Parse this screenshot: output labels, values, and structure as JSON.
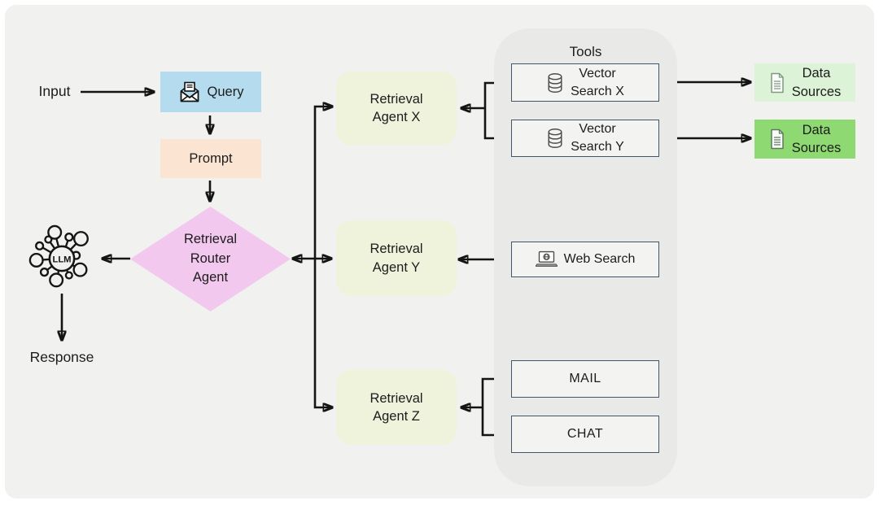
{
  "page": {
    "bg": "#ffffff",
    "canvas_bg": "#f1f1ef"
  },
  "io": {
    "input_label": "Input",
    "response_label": "Response"
  },
  "pipeline": {
    "query": {
      "label": "Query",
      "bg": "#b5dcee"
    },
    "prompt": {
      "label": "Prompt",
      "bg": "#fce4d2"
    },
    "router": {
      "lines": [
        "Retrieval",
        "Router",
        "Agent"
      ],
      "bg": "#f2c8ee"
    },
    "llm": {
      "label": "LLM"
    }
  },
  "agents": [
    {
      "id": "agent-x",
      "lines": [
        "Retrieval",
        "Agent X"
      ],
      "bg": "#eff3dc"
    },
    {
      "id": "agent-y",
      "lines": [
        "Retrieval",
        "Agent Y"
      ],
      "bg": "#eff3dc"
    },
    {
      "id": "agent-z",
      "lines": [
        "Retrieval",
        "Agent Z"
      ],
      "bg": "#eff3dc"
    }
  ],
  "tools": {
    "title": "Tools",
    "container_bg": "#e9e9e7",
    "box_border": "#42566b",
    "vector_x": {
      "lines": [
        "Vector",
        "Search X"
      ]
    },
    "vector_y": {
      "lines": [
        "Vector",
        "Search Y"
      ]
    },
    "web_search": {
      "label": "Web Search"
    },
    "mail": {
      "label": "MAIL"
    },
    "chat": {
      "label": "CHAT"
    }
  },
  "data_sources": [
    {
      "lines": [
        "Data",
        "Sources"
      ],
      "bg": "#ddf3d8"
    },
    {
      "lines": [
        "Data",
        "Sources"
      ],
      "bg": "#8fd973"
    }
  ],
  "colors": {
    "arrow": "#141414",
    "tool_box_fill": "#f3f3f1",
    "text": "#1c1c1c"
  }
}
